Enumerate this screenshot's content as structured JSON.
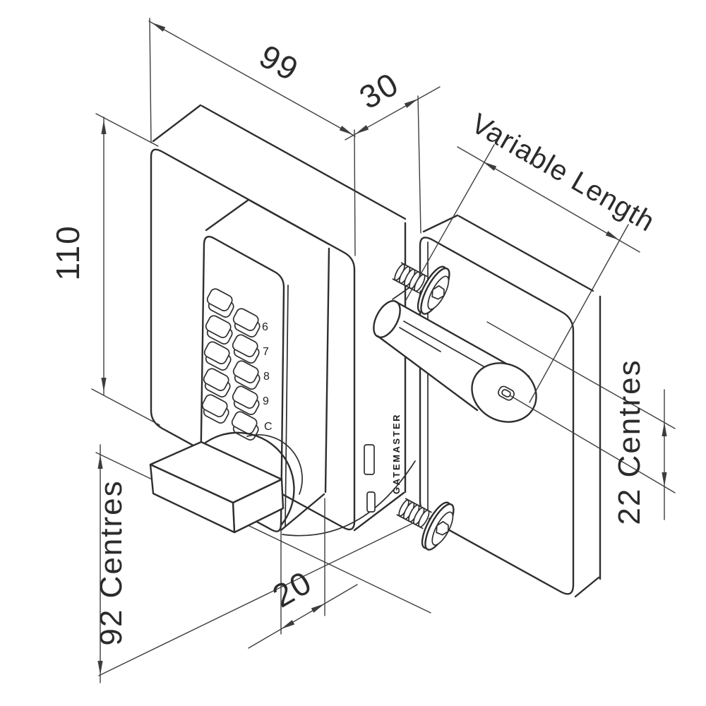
{
  "title": "Digital keypad gate lock - isometric dimensioned drawing",
  "dimensions": {
    "plate_width": "99",
    "body_depth": "30",
    "plate_height": "110",
    "keypad_projection": "20",
    "fixing_centres": "92 Centres",
    "handle_centres": "22 Centres",
    "handle_length": "Variable Length"
  },
  "keypad": {
    "button_labels": [
      "6",
      "7",
      "8",
      "9",
      "C"
    ]
  },
  "brand_text": "GATEMASTER",
  "colors": {
    "background": "#ffffff",
    "line": "#2e2e2e",
    "dimension": "#3d3d3d"
  }
}
